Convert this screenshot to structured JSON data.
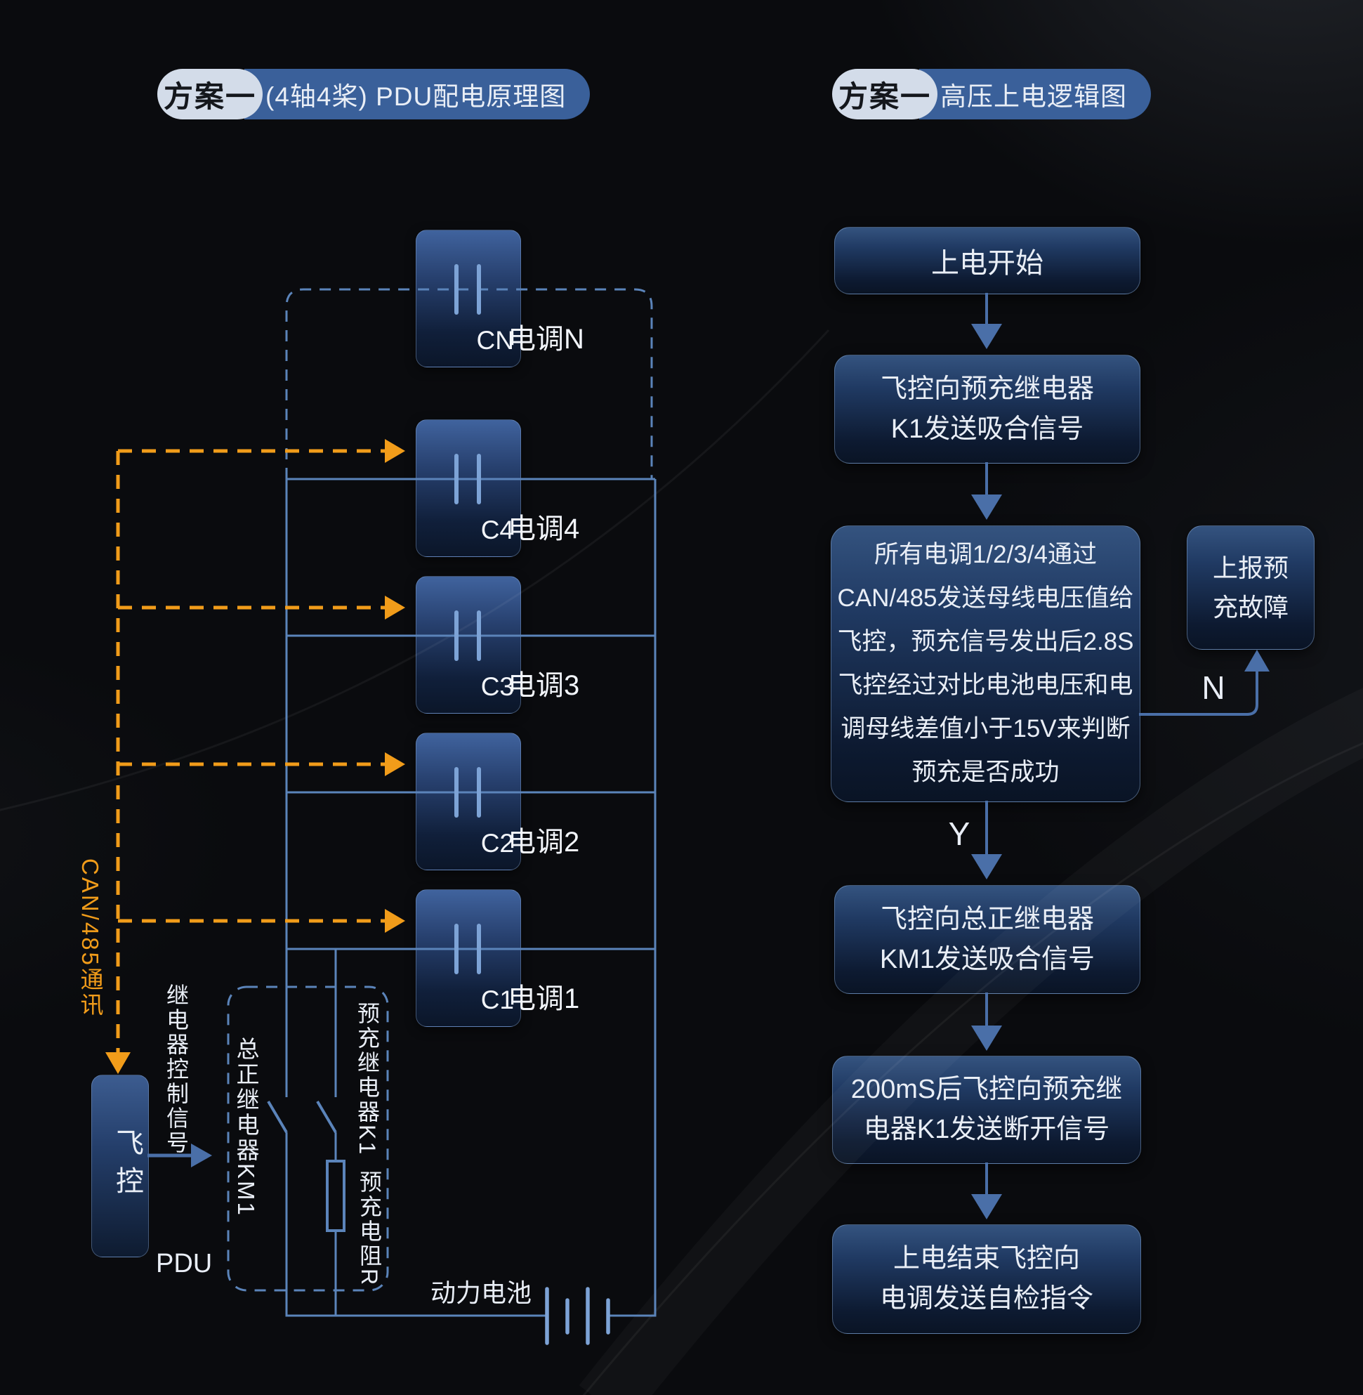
{
  "colors": {
    "accent_orange": "#F19C1A",
    "wire_blue": "#5B84BA",
    "capacitor_plate_blue": "#7DA3D6",
    "flow_arrow_blue": "#4A6FA8",
    "pill_blue": "#3A609A",
    "pill_light": "#D3DCE9",
    "background": "#0A0B0E"
  },
  "left_diagram": {
    "badge": "方案一",
    "title": "(4轴4桨) PDU配电原理图",
    "esc_rows": [
      {
        "cap": "CN",
        "label": "电调N"
      },
      {
        "cap": "C4",
        "label": "电调4"
      },
      {
        "cap": "C3",
        "label": "电调3"
      },
      {
        "cap": "C2",
        "label": "电调2"
      },
      {
        "cap": "C1",
        "label": "电调1"
      }
    ],
    "can_bus_label": "CAN/485通讯",
    "relay_signal_label": "继电器控制信号",
    "flight_controller_label": "飞控",
    "pdu_label": "PDU",
    "main_relay_label": "总正继电器KM1",
    "precharge_relay_label": "预充继电器K1",
    "precharge_resistor_label": "预充电阻R",
    "battery_label": "动力电池"
  },
  "right_flowchart": {
    "badge": "方案一",
    "title": "高压上电逻辑图",
    "steps": {
      "start": "上电开始",
      "precharge_close": "飞控向预充继电器\nK1发送吸合信号",
      "judge": "所有电调1/2/3/4通过\nCAN/485发送母线电压值给\n飞控，预充信号发出后2.8S\n飞控经过对比电池电压和电\n调母线差值小于15V来判断\n预充是否成功",
      "fault": "上报预\n充故障",
      "main_close": "飞控向总正继电器\nKM1发送吸合信号",
      "precharge_open": "200mS后飞控向预充继\n电器K1发送断开信号",
      "finish": "上电结束飞控向\n电调发送自检指令",
      "yes_label": "Y",
      "no_label": "N"
    }
  }
}
